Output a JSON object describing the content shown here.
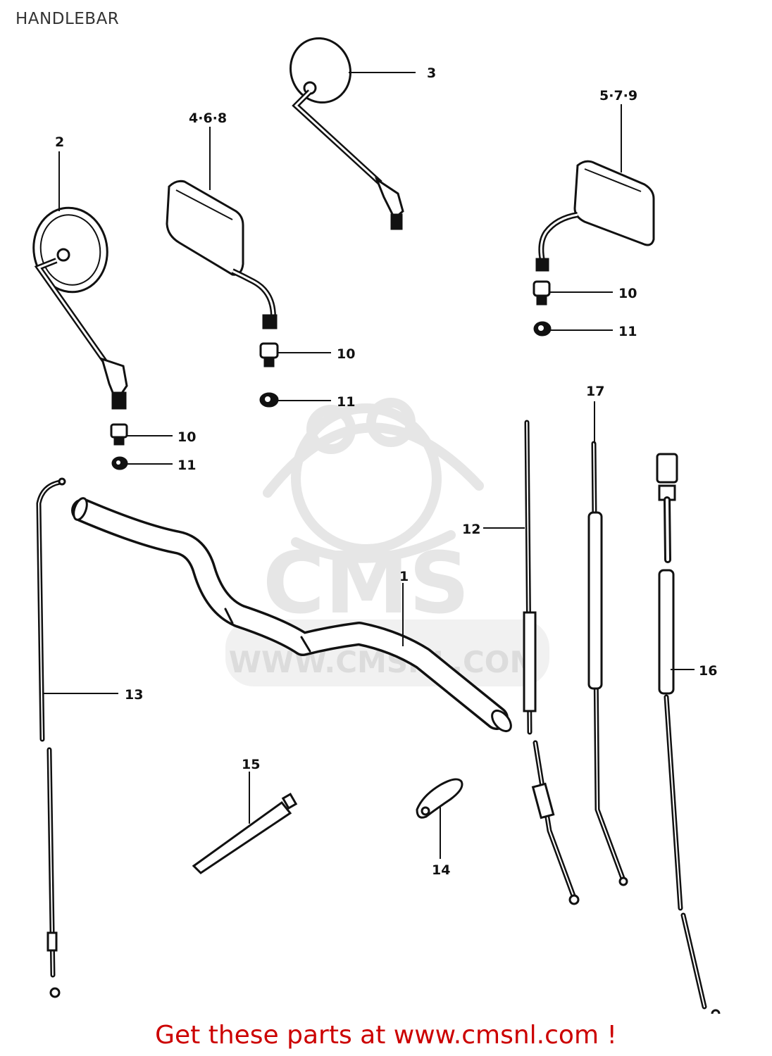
{
  "title": "HANDLEBAR",
  "footer": {
    "text": "Get these parts at www.cmsnl.com !",
    "color": "#cc0000"
  },
  "watermark": {
    "logo_text": "CMS",
    "url_text": "WWW.CMSNL.COM",
    "color": "#e6e6e6",
    "icon": "mascot-logo"
  },
  "callouts": {
    "c1": "1",
    "c2": "2",
    "c3": "3",
    "c468": "4·6·8",
    "c579": "5·7·9",
    "c10a": "10",
    "c11a": "11",
    "c10b": "10",
    "c11b": "11",
    "c10c": "10",
    "c11c": "11",
    "c12": "12",
    "c13": "13",
    "c14": "14",
    "c15": "15",
    "c16": "16",
    "c17": "17"
  }
}
